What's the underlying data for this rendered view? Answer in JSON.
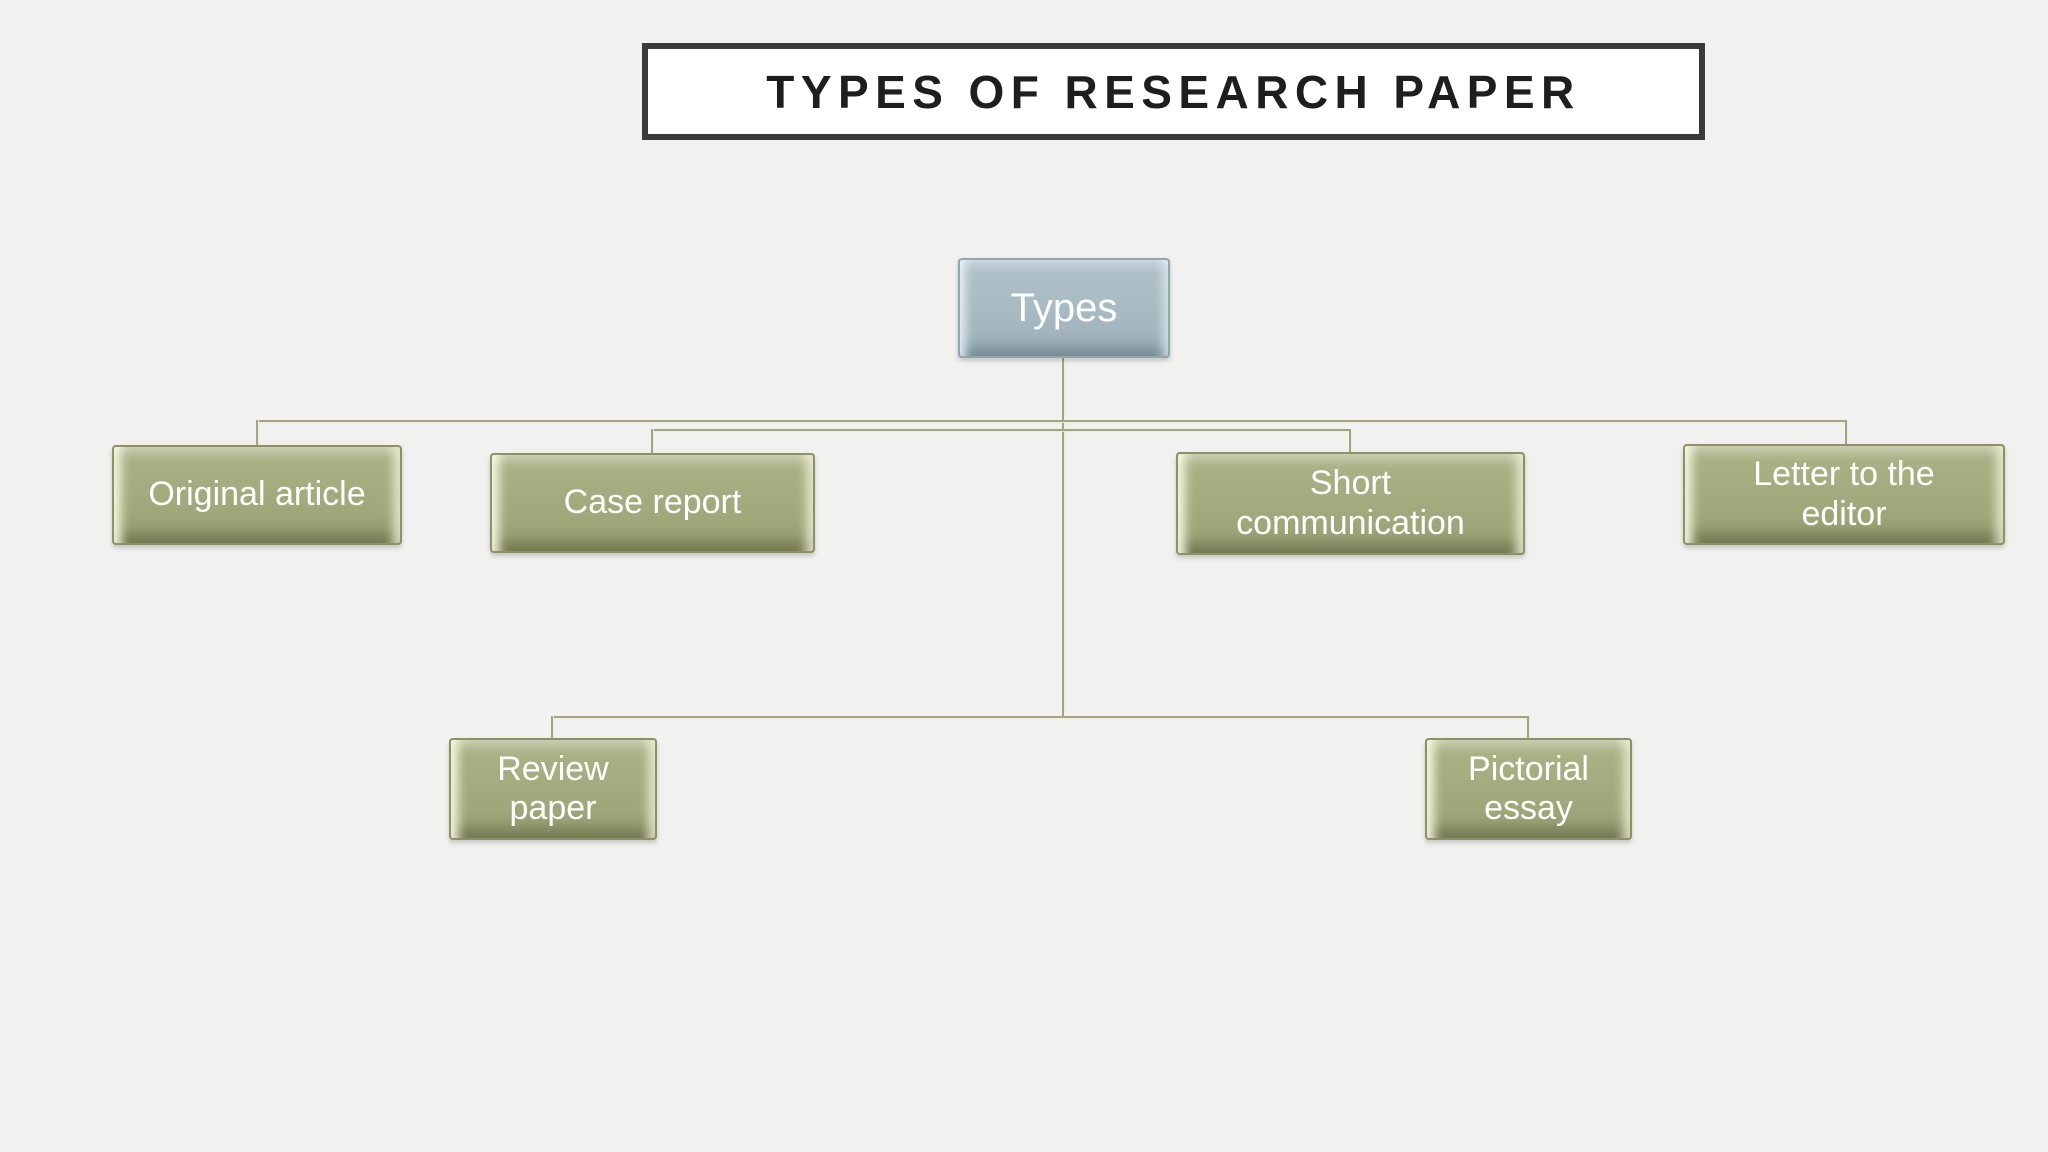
{
  "title": {
    "text": "TYPES OF RESEARCH PAPER"
  },
  "diagram": {
    "root": {
      "label": "Types"
    },
    "level1": [
      {
        "label": "Original article"
      },
      {
        "label": "Case report"
      },
      {
        "label": "Short\ncommunication"
      },
      {
        "label": "Letter to the\neditor"
      }
    ],
    "level2": [
      {
        "label": "Review\npaper"
      },
      {
        "label": "Pictorial\nessay"
      }
    ]
  },
  "colors": {
    "background": "#f1f1ef",
    "root_fill": "#a7b9c1",
    "child_fill": "#a4a97d",
    "connector": "#a1a681",
    "title_border": "#3a3a3a",
    "title_text": "#1e1e1e",
    "node_text": "#ffffff"
  }
}
